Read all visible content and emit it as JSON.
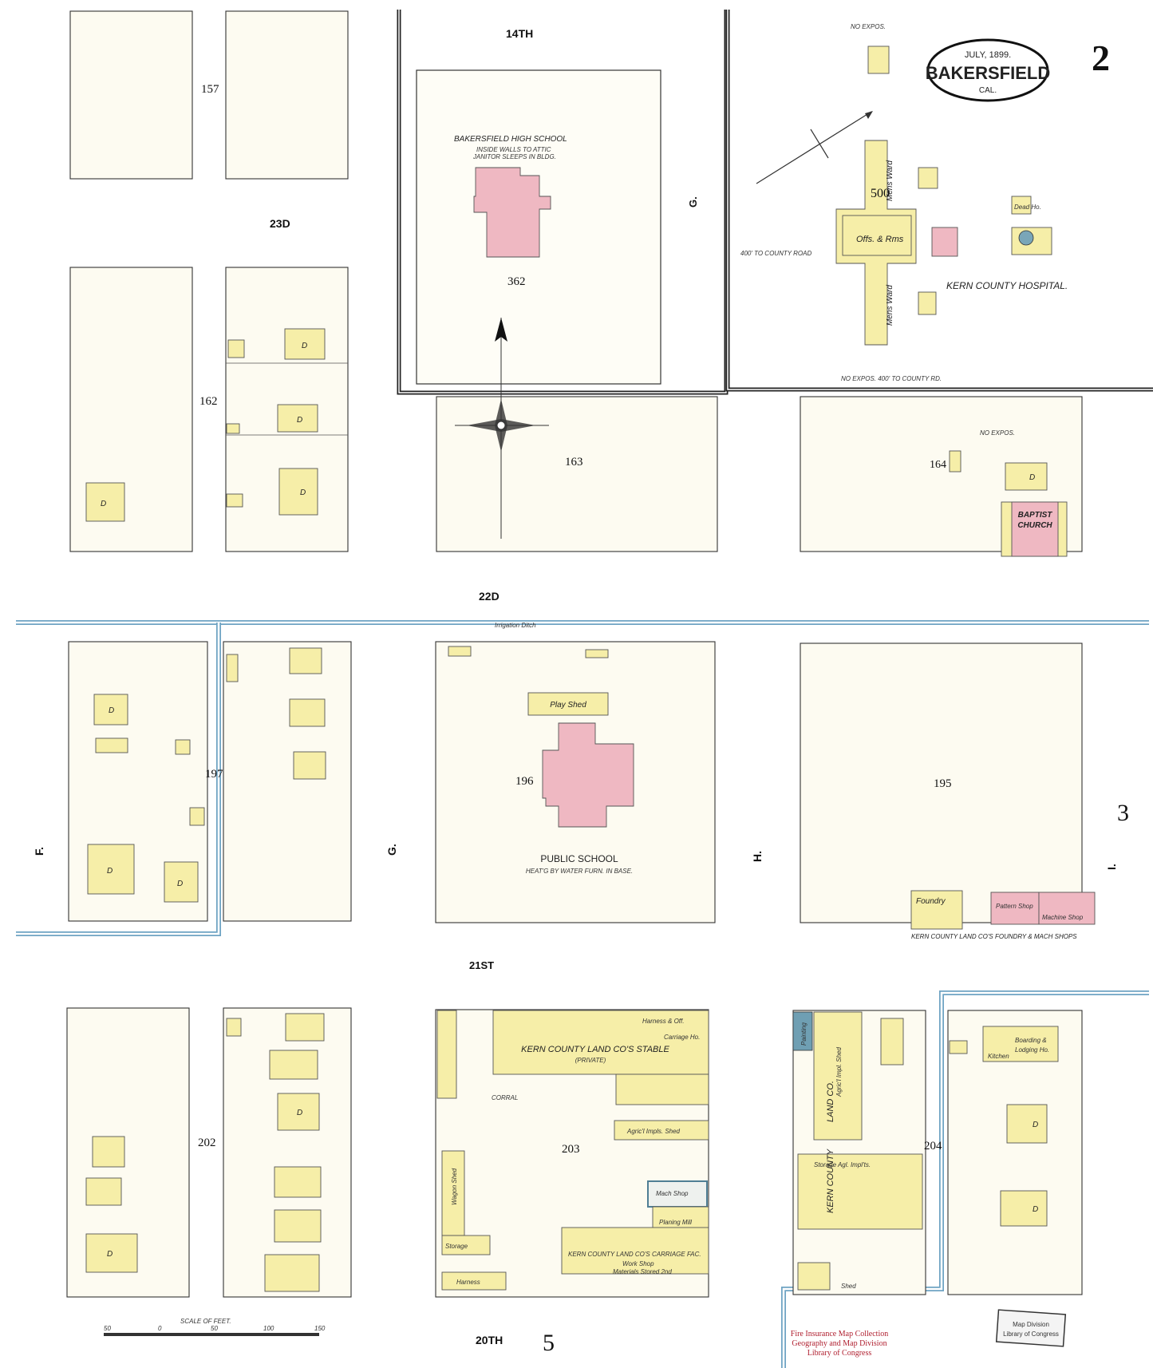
{
  "title_cartouche": {
    "date": "JULY, 1899.",
    "city": "BAKERSFIELD",
    "state": "CAL."
  },
  "sheet_number": "2",
  "adjacent_sheets": {
    "right": "3",
    "bottom": "5"
  },
  "streets": {
    "fourteenth": "14TH",
    "twenty_third": "23D",
    "twenty_second": "22D",
    "twenty_first": "21ST",
    "twentieth": "20TH",
    "f": "F.",
    "g": "G.",
    "g_upper": "G.",
    "h": "H.",
    "i": "I."
  },
  "blocks": {
    "b157": "157",
    "b162": "162",
    "b163": "163",
    "b164": "164",
    "b195": "195",
    "b196": "196",
    "b197": "197",
    "b202": "202",
    "b203": "203",
    "b204": "204",
    "b362": "362",
    "b500": "500"
  },
  "buildings": {
    "high_school": "BAKERSFIELD HIGH SCHOOL",
    "high_school_note_1": "INSIDE WALLS TO ATTIC",
    "high_school_note_2": "JANITOR SLEEPS IN BLDG.",
    "public_school": "PUBLIC SCHOOL",
    "public_school_note": "HEAT'G BY WATER FURN. IN BASE.",
    "play_shed": "Play Shed",
    "baptist_church_1": "BAPTIST",
    "baptist_church_2": "CHURCH",
    "hospital": "KERN COUNTY HOSPITAL.",
    "hospital_offs": "Offs. & Rms",
    "mens_ward_1": "Mens Ward",
    "mens_ward_2": "Mens Ward",
    "dead_ho": "Dead Ho.",
    "stable": "KERN COUNTY LAND CO'S STABLE",
    "stable_private": "(PRIVATE)",
    "carriage_ho": "Carriage Ho.",
    "harness_off": "Harness & Off.",
    "agricl_impls_shed": "Agric'l Impls. Shed",
    "mach_shop": "Mach Shop",
    "planing_mill": "Planing Mill",
    "carriage_fac": "KERN COUNTY LAND CO'S CARRIAGE FAC.",
    "work_shop": "Work Shop",
    "materials": "Materials Stored 2nd",
    "wagon_shed": "Wagon Shed",
    "storage": "Storage",
    "harness": "Harness",
    "corral": "CORRAL",
    "land_co_1": "KERN COUNTY",
    "land_co_2": "LAND CO.",
    "agricl_impl_shed_v": "Agric'l Impl. Shed",
    "storage_agl": "Storage Agl. Impl'ts.",
    "painting": "Painting",
    "boarding_1": "Boarding &",
    "boarding_2": "Lodging Ho.",
    "kitchen": "Kitchen",
    "foundry": "Foundry",
    "pattern_shop": "Pattern Shop",
    "machine_shop": "Machine Shop",
    "foundry_caption": "KERN COUNTY LAND CO'S FOUNDRY & MACH SHOPS",
    "shed": "Shed",
    "no_expos": "NO EXPOS.",
    "no_expos_road": "NO EXPOS. 400' TO COUNTY RD.",
    "county_road": "400' TO COUNTY ROAD",
    "irrigation_ditch": "Irrigation Ditch",
    "dwelling": "D",
    "scale_of_feet": "SCALE OF FEET.",
    "collection_1": "Fire Insurance Map Collection",
    "collection_2": "Geography and Map Division",
    "collection_3": "Library of Congress",
    "stamp_1": "Map Division",
    "stamp_2": "Library of Congress"
  },
  "scale_ticks": [
    "50",
    "0",
    "50",
    "100",
    "150"
  ],
  "colors": {
    "frame_building": "#f6eea8",
    "brick_building": "#efb8c2",
    "irrigation_ditch": "#6ea3c3",
    "stone_iron": "#7aa6b8",
    "paper": "#fefdf6"
  }
}
